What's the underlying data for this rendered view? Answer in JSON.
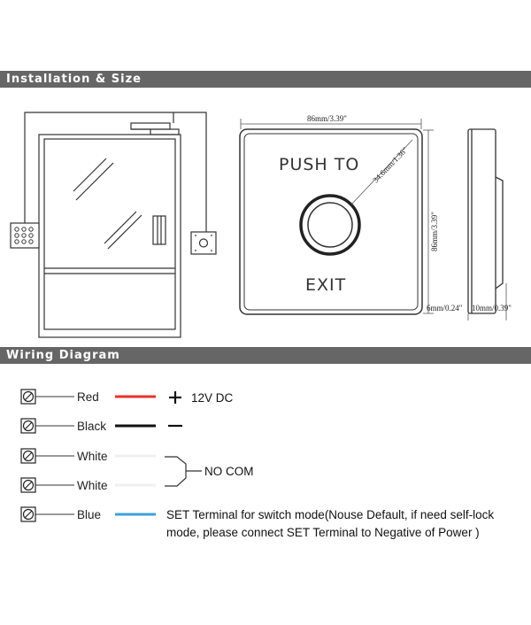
{
  "sections": {
    "installation_title": "Installation & Size",
    "wiring_title": "Wiring Diagram"
  },
  "button_face": {
    "line1": "PUSH  TO",
    "line2": "EXIT"
  },
  "dimensions": {
    "width": "86mm/3.39\"",
    "height": "86mm/3.39\"",
    "diameter": "34.6mm/1.36\"",
    "depth_front": "6mm/0.24\"",
    "depth_total": "10mm/0.39\""
  },
  "wires": [
    {
      "label": "Red",
      "color": "#e8322c"
    },
    {
      "label": "Black",
      "color": "#111111"
    },
    {
      "label": "White",
      "color": "#f0f0f0"
    },
    {
      "label": "White",
      "color": "#f0f0f0"
    },
    {
      "label": "Blue",
      "color": "#3aa0dc"
    }
  ],
  "wiring": {
    "positive_symbol": "+",
    "positive_label": "12V DC",
    "negative_symbol": "—",
    "no_com_label": "NO COM",
    "set_line1": "SET Terminal for switch mode(Nouse Default, if need self-lock",
    "set_line2": "mode, please connect SET Terminal to Negative of Power )"
  }
}
